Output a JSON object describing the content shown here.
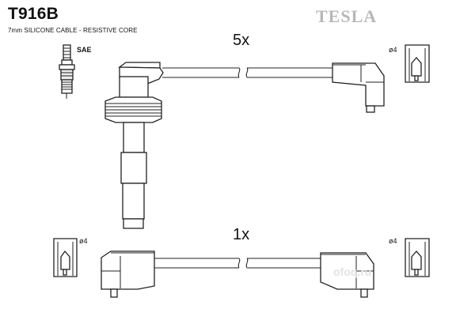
{
  "header": {
    "part_code": "T916B",
    "cable_description": "7mm SILICONE CABLE - RESISTIVE CORE",
    "brand": "TESLA"
  },
  "labels": {
    "qty_top": "5x",
    "qty_bottom": "1x",
    "sae": "SAE",
    "diameter_top_right": "ø4",
    "diameter_bottom_left": "ø4",
    "diameter_bottom_right": "ø4"
  },
  "watermark": "ofoq.ru"
}
